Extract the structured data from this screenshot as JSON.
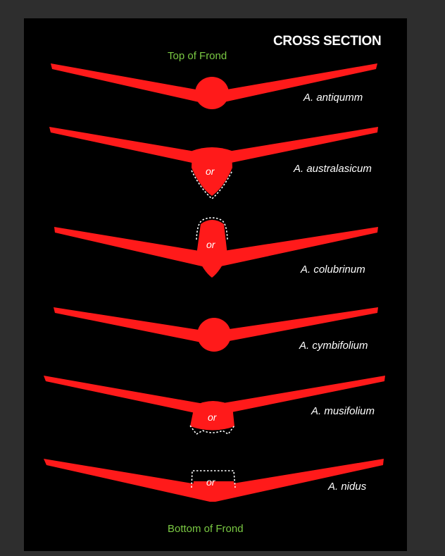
{
  "heading": "CROSS SECTION",
  "top_label": "Top of Frond",
  "bottom_label": "Bottom of Frond",
  "alternative_label": "or",
  "frond_color": "#ff1a1a",
  "label_green": "#7ac943",
  "species": [
    {
      "name": "A. antiqumm",
      "midrib_shape": "oval",
      "has_alternative": false
    },
    {
      "name": "A. australasicum",
      "midrib_shape": "oval-with-keel-below",
      "has_alternative": true
    },
    {
      "name": "A. colubrinum",
      "midrib_shape": "keel-with-ridge-above",
      "has_alternative": true
    },
    {
      "name": "A. cymbifolium",
      "midrib_shape": "round",
      "has_alternative": false
    },
    {
      "name": "A. musifolium",
      "midrib_shape": "flat-with-notched-base",
      "has_alternative": true
    },
    {
      "name": "A. nidus",
      "midrib_shape": "flat-with-square-ridge-above",
      "has_alternative": true
    }
  ]
}
